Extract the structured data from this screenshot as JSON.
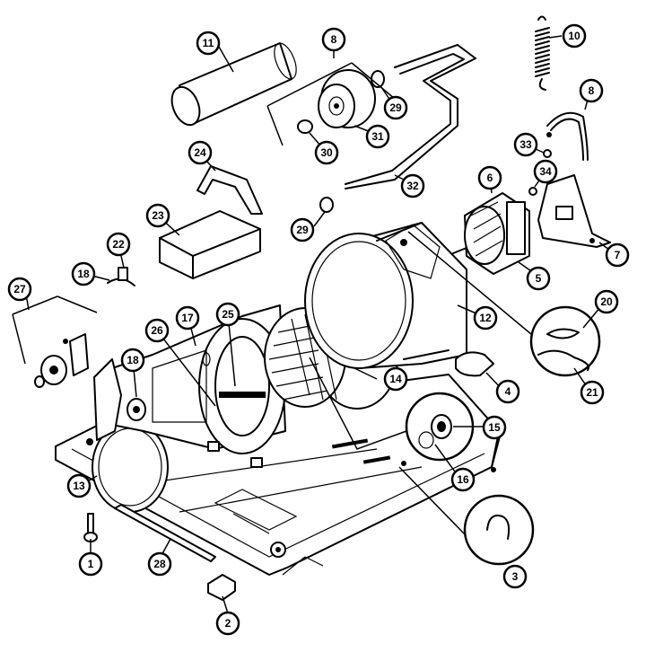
{
  "callouts": [
    {
      "id": "c1",
      "label": "1"
    },
    {
      "id": "c2",
      "label": "2"
    },
    {
      "id": "c3",
      "label": "3"
    },
    {
      "id": "c4",
      "label": "4"
    },
    {
      "id": "c5",
      "label": "5"
    },
    {
      "id": "c6",
      "label": "6"
    },
    {
      "id": "c7",
      "label": "7"
    },
    {
      "id": "c8a",
      "label": "8"
    },
    {
      "id": "c8b",
      "label": "8"
    },
    {
      "id": "c10",
      "label": "10"
    },
    {
      "id": "c11",
      "label": "11"
    },
    {
      "id": "c12",
      "label": "12"
    },
    {
      "id": "c13",
      "label": "13"
    },
    {
      "id": "c14",
      "label": "14"
    },
    {
      "id": "c15",
      "label": "15"
    },
    {
      "id": "c16",
      "label": "16"
    },
    {
      "id": "c17",
      "label": "17"
    },
    {
      "id": "c18a",
      "label": "18"
    },
    {
      "id": "c18b",
      "label": "18"
    },
    {
      "id": "c20",
      "label": "20"
    },
    {
      "id": "c21",
      "label": "21"
    },
    {
      "id": "c22",
      "label": "22"
    },
    {
      "id": "c23",
      "label": "23"
    },
    {
      "id": "c24",
      "label": "24"
    },
    {
      "id": "c25",
      "label": "25"
    },
    {
      "id": "c26",
      "label": "26"
    },
    {
      "id": "c27",
      "label": "27"
    },
    {
      "id": "c28",
      "label": "28"
    },
    {
      "id": "c29a",
      "label": "29"
    },
    {
      "id": "c29b",
      "label": "29"
    },
    {
      "id": "c30",
      "label": "30"
    },
    {
      "id": "c31",
      "label": "31"
    },
    {
      "id": "c32",
      "label": "32"
    },
    {
      "id": "c33",
      "label": "33"
    },
    {
      "id": "c34",
      "label": "34"
    }
  ]
}
